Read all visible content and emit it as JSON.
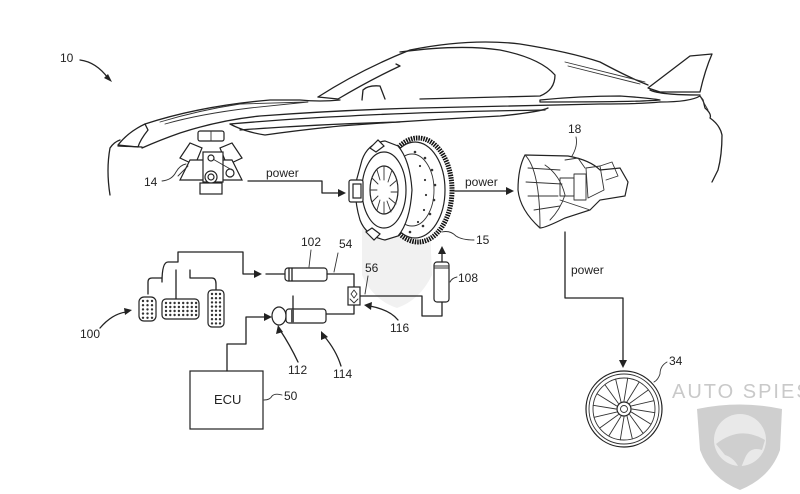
{
  "figure": {
    "labels": {
      "vehicle": "10",
      "engine": "14",
      "clutch": "15",
      "transmission": "18",
      "wheel": "34",
      "ecu_ref": "50",
      "line_54": "54",
      "valve_56": "56",
      "pedals": "100",
      "master_cylinder": "102",
      "accumulator": "108",
      "motor": "112",
      "actuator_cylinder": "114",
      "valve_116": "116"
    },
    "power_labels": {
      "engine_to_clutch": "power",
      "clutch_to_transmission": "power",
      "transmission_to_wheel": "power"
    },
    "ecu_label": "ECU"
  },
  "watermark": {
    "text": "AUTO SPIES"
  }
}
